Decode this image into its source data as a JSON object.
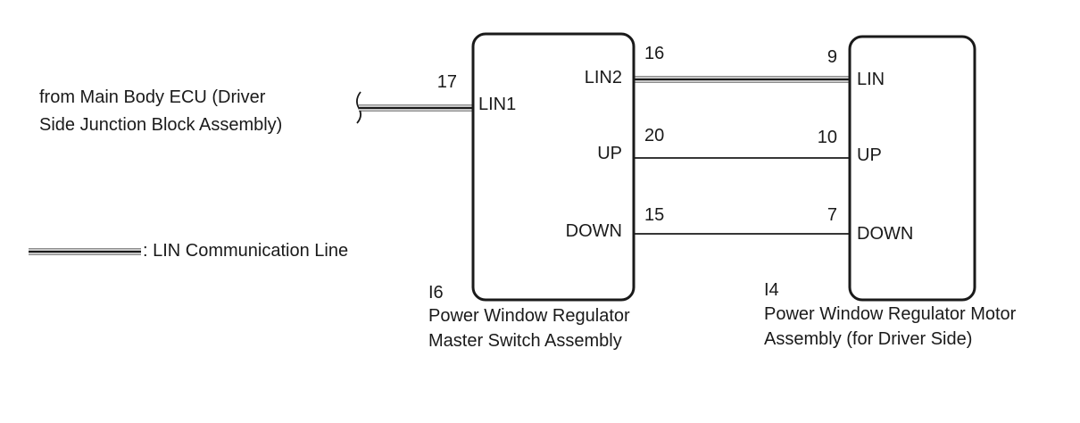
{
  "source": {
    "line1": "from Main Body ECU (Driver",
    "line2": "Side Junction Block Assembly)"
  },
  "legend": {
    "label": ": LIN Communication Line"
  },
  "master_switch": {
    "code": "I6",
    "name_line1": "Power Window Regulator",
    "name_line2": "Master Switch Assembly",
    "terminals": {
      "lin1": "LIN1",
      "lin2": "LIN2",
      "up": "UP",
      "down": "DOWN"
    },
    "pins": {
      "lin1": "17",
      "lin2": "16",
      "up": "20",
      "down": "15"
    }
  },
  "motor": {
    "code": "I4",
    "name_line1": "Power Window Regulator Motor",
    "name_line2": "Assembly (for Driver Side)",
    "terminals": {
      "lin": "LIN",
      "up": "UP",
      "down": "DOWN"
    },
    "pins": {
      "lin": "9",
      "up": "10",
      "down": "7"
    }
  }
}
